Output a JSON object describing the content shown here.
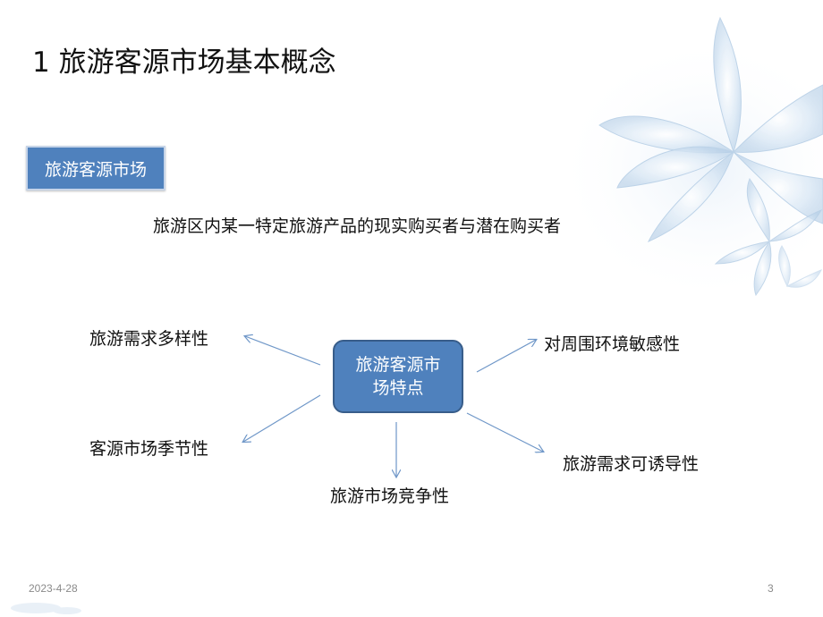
{
  "slide": {
    "title": "1  旅游客源市场基本概念",
    "term_box": "旅游客源市场",
    "definition": "旅游区内某一特定旅游产品的现实购买者与潜在购买者",
    "center_node": {
      "line1": "旅游客源市",
      "line2": "场特点"
    },
    "features": {
      "top_left": "旅游需求多样性",
      "top_right": "对周围环境敏感性",
      "bottom_left": "客源市场季节性",
      "bottom_right": "旅游需求可诱导性",
      "bottom_center": "旅游市场竞争性"
    }
  },
  "footer": {
    "date": "2023-4-28",
    "page_number": "3"
  },
  "colors": {
    "node_fill": "#4f81bd",
    "arrow": "#6f97c8",
    "flower": "#c8dcef"
  },
  "icons": {
    "decoration": "lily-flower-icon"
  }
}
